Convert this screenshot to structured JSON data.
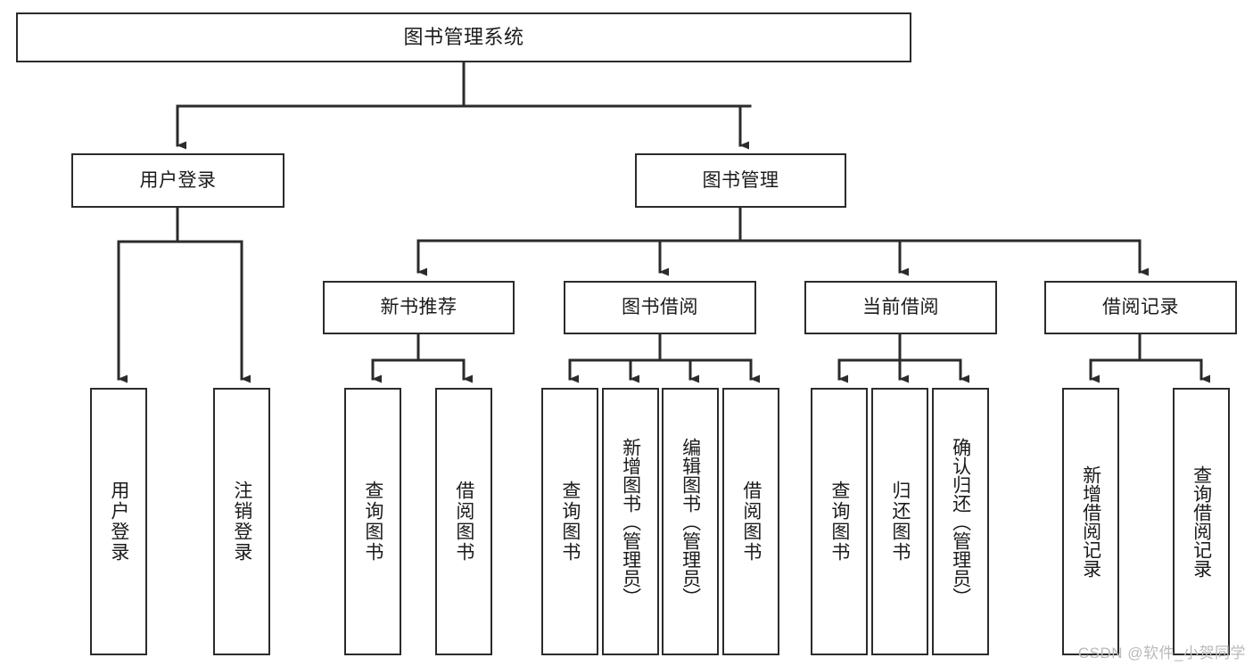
{
  "diagram": {
    "type": "tree",
    "title": "图书管理系统",
    "orientation": "top-down",
    "nodes": {
      "root": {
        "label": "图书管理系统"
      },
      "level1": [
        {
          "id": "user-login",
          "label": "用户登录"
        },
        {
          "id": "book-manage",
          "label": "图书管理"
        }
      ],
      "level2": [
        {
          "id": "new-book-recommend",
          "label": "新书推荐",
          "parent": "book-manage"
        },
        {
          "id": "book-borrow",
          "label": "图书借阅",
          "parent": "book-manage"
        },
        {
          "id": "current-borrow",
          "label": "当前借阅",
          "parent": "book-manage"
        },
        {
          "id": "borrow-record",
          "label": "借阅记录",
          "parent": "book-manage"
        }
      ],
      "leaves": [
        {
          "id": "leaf-user-login",
          "label": "用户登录",
          "parent": "user-login"
        },
        {
          "id": "leaf-logout",
          "label": "注销登录",
          "parent": "user-login"
        },
        {
          "id": "leaf-query-book-1",
          "label": "查询图书",
          "parent": "new-book-recommend"
        },
        {
          "id": "leaf-borrow-book-1",
          "label": "借阅图书",
          "parent": "new-book-recommend"
        },
        {
          "id": "leaf-query-book-2",
          "label": "查询图书",
          "parent": "book-borrow"
        },
        {
          "id": "leaf-add-book",
          "label": "新增图书（管理员）",
          "parent": "book-borrow"
        },
        {
          "id": "leaf-edit-book",
          "label": "编辑图书（管理员）",
          "parent": "book-borrow"
        },
        {
          "id": "leaf-borrow-book-2",
          "label": "借阅图书",
          "parent": "book-borrow"
        },
        {
          "id": "leaf-query-book-3",
          "label": "查询图书",
          "parent": "current-borrow"
        },
        {
          "id": "leaf-return-book",
          "label": "归还图书",
          "parent": "current-borrow"
        },
        {
          "id": "leaf-confirm-return",
          "label": "确认归还（管理员）",
          "parent": "current-borrow"
        },
        {
          "id": "leaf-add-record",
          "label": "新增借阅记录",
          "parent": "borrow-record"
        },
        {
          "id": "leaf-query-record",
          "label": "查询借阅记录",
          "parent": "borrow-record"
        }
      ]
    },
    "colors": {
      "border": "#2b2b2b",
      "background": "#ffffff",
      "text": "#1b1b1b",
      "edge": "#2b2b2b",
      "watermark": "#b9b9b9"
    }
  },
  "watermark": {
    "text": "CSDN @软件_小贺同学"
  }
}
